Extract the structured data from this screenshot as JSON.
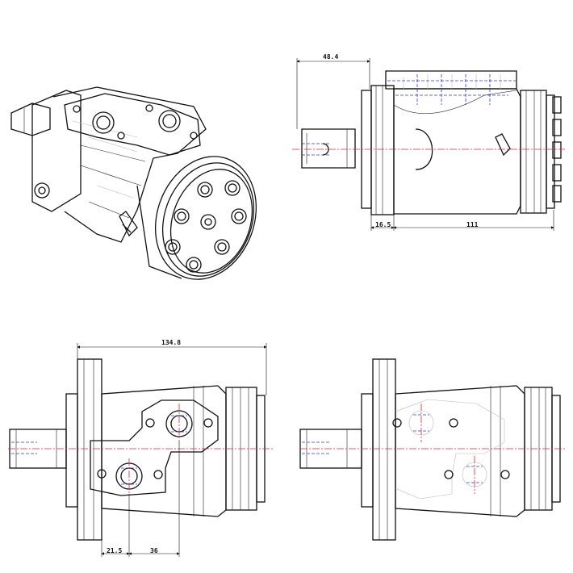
{
  "dimensions": {
    "shaft_length": "48.4",
    "flange_width": "16.5",
    "body_length": "111",
    "overall_length": "134.8",
    "port_offset_1": "21.5",
    "port_offset_2": "36"
  },
  "colors": {
    "outline": "#111111",
    "centerline": "#e22233",
    "hidden_blue": "#2a3bd6",
    "hidden_gray": "#bbbbbb"
  }
}
